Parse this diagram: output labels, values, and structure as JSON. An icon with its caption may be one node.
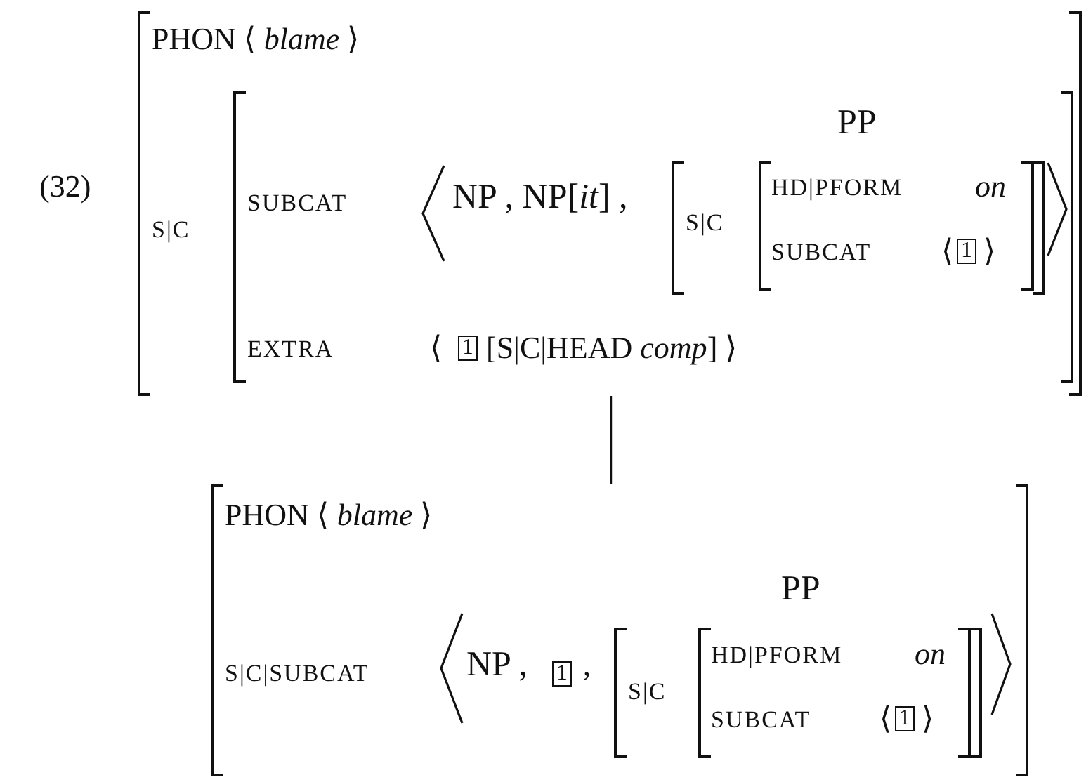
{
  "diagram": {
    "nodes": [
      {
        "text": [
          "PHON ⟨ *blame* ⟩",
          "S|C"
        ]
      },
      {
        "text": [
          "SUBCAT",
          "NP , NP[*it*] ,",
          "EXTRA",
          "⟨",
          "1",
          "[S|C|HEAD *comp*] ⟩"
        ],
        "in": 0
      },
      {
        "text": [
          "PP",
          "S|C"
        ],
        "in": 1
      },
      {
        "text": [
          "HD|PFORM",
          "on",
          "SUBCAT",
          "⟨",
          "1",
          "⟩"
        ],
        "in": 2
      },
      {
        "text": [
          "PHON ⟨ *blame* ⟩",
          "S|C|SUBCAT",
          "NP ,",
          "1",
          ","
        ]
      },
      {
        "text": [
          "PP",
          "S|C"
        ],
        "in": 4
      },
      {
        "text": [
          "HD|PFORM",
          "on",
          "SUBCAT",
          "⟨",
          "1",
          "⟩"
        ],
        "in": 5
      }
    ],
    "edges": [
      {
        "from": 0,
        "to": 4,
        "arrow": "none"
      }
    ],
    "labels": [
      "(32)"
    ]
  }
}
